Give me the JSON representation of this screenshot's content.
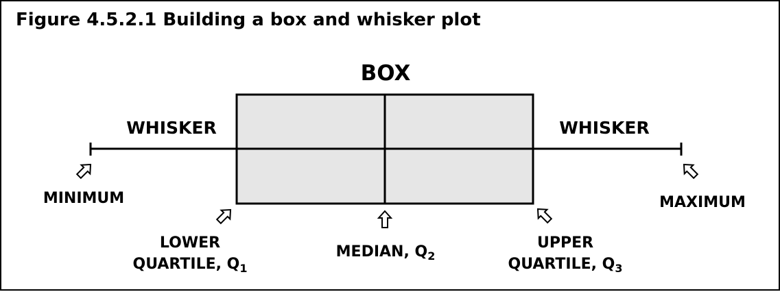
{
  "figure": {
    "title": "Figure 4.5.2.1 Building a box and whisker plot"
  },
  "labels": {
    "box": "BOX",
    "whisker_left": "WHISKER",
    "whisker_right": "WHISKER",
    "minimum": "MINIMUM",
    "maximum": "MAXIMUM",
    "lower_quartile_line1": "LOWER",
    "lower_quartile_line2": "QUARTILE, Q",
    "lower_quartile_sub": "1",
    "median": "MEDIAN, Q",
    "median_sub": "2",
    "upper_quartile_line1": "UPPER",
    "upper_quartile_line2": "QUARTILE, Q",
    "upper_quartile_sub": "3"
  },
  "colors": {
    "box_fill": "#e6e6e6",
    "stroke": "#000000",
    "arrow_fill": "#ffffff"
  }
}
